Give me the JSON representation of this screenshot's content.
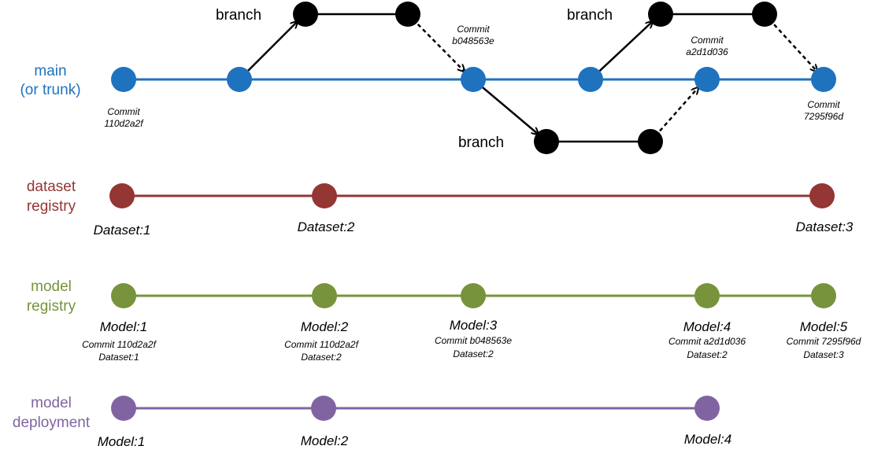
{
  "colors": {
    "main": "#1f72be",
    "dataset": "#943634",
    "model": "#77933c",
    "deployment": "#8064a2",
    "branch": "#000000"
  },
  "lanes": {
    "main": {
      "line1": "main",
      "line2": "(or trunk)"
    },
    "dataset": {
      "line1": "dataset",
      "line2": "registry"
    },
    "model": {
      "line1": "model",
      "line2": "registry"
    },
    "deployment": {
      "line1": "model",
      "line2": "deployment"
    }
  },
  "branch_labels": [
    "branch",
    "branch",
    "branch"
  ],
  "commits": [
    {
      "title": "Commit",
      "hash": "110d2a2f"
    },
    {
      "title": "Commit",
      "hash": "b048563e"
    },
    {
      "title": "Commit",
      "hash": "a2d1d036"
    },
    {
      "title": "Commit",
      "hash": "7295f96d"
    }
  ],
  "datasets": [
    "Dataset:1",
    "Dataset:2",
    "Dataset:3"
  ],
  "models": [
    {
      "name": "Model:1",
      "commit": "Commit 110d2a2f",
      "dataset": "Dataset:1"
    },
    {
      "name": "Model:2",
      "commit": "Commit 110d2a2f",
      "dataset": "Dataset:2"
    },
    {
      "name": "Model:3",
      "commit": "Commit b048563e",
      "dataset": "Dataset:2"
    },
    {
      "name": "Model:4",
      "commit": "Commit a2d1d036",
      "dataset": "Dataset:2"
    },
    {
      "name": "Model:5",
      "commit": "Commit 7295f96d",
      "dataset": "Dataset:3"
    }
  ],
  "deployments": [
    "Model:1",
    "Model:2",
    "Model:4"
  ]
}
